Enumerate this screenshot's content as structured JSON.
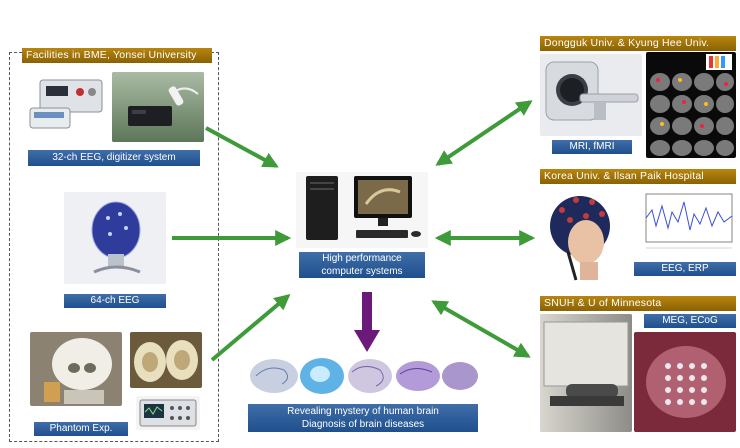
{
  "left_group": {
    "header": "Facilities in BME, Yonsei University",
    "eeg32_label": "32-ch EEG, digitizer system",
    "eeg64_label": "64-ch EEG",
    "phantom_label": "Phantom Exp."
  },
  "center": {
    "computer_label_line1": "High performance",
    "computer_label_line2": "computer systems",
    "bottom_label_line1": "Revealing mystery of human brain",
    "bottom_label_line2": "Diagnosis of brain diseases"
  },
  "right_groups": [
    {
      "header": "Dongguk Univ. & Kyung Hee Univ.",
      "label": "MRI, fMRI"
    },
    {
      "header": "Korea Univ. & Ilsan Paik Hospital",
      "label": "EEG, ERP"
    },
    {
      "header": "SNUH & U of Minnesota",
      "label": "MEG, ECoG"
    }
  ],
  "colors": {
    "arrow_green": "#3f9a3a",
    "arrow_purple": "#6b1a7a",
    "header_gold": "#a87808",
    "label_blue": "#2a5a96"
  }
}
